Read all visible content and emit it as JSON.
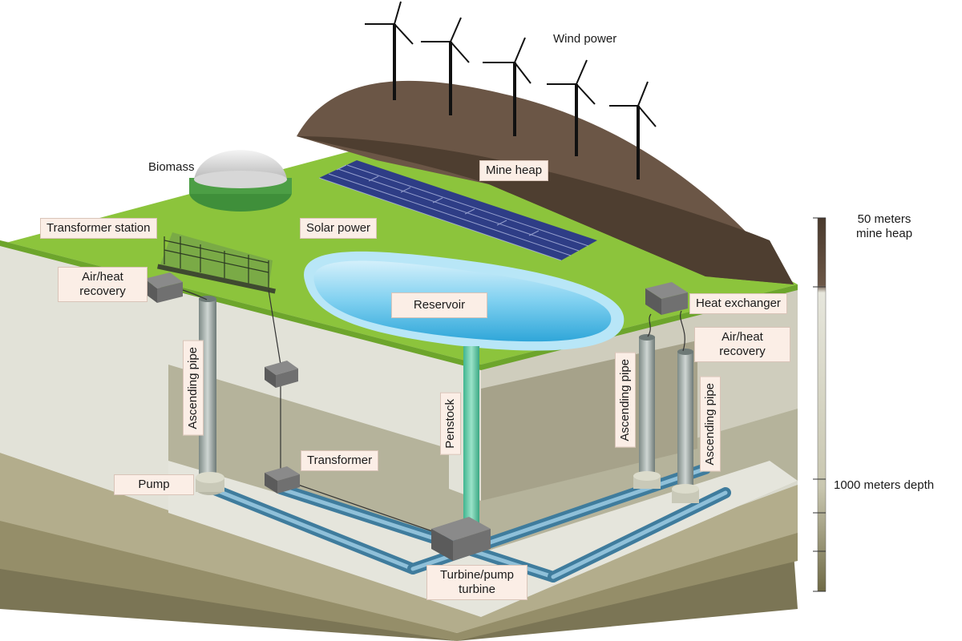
{
  "labels": {
    "wind_power": "Wind power",
    "mine_heap": "Mine heap",
    "biomass": "Biomass",
    "transformer_station": "Transformer station",
    "solar_power": "Solar power",
    "air_heat_recovery_left_1": "Air/heat",
    "air_heat_recovery_left_2": "recovery",
    "reservoir": "Reservoir",
    "heat_exchanger": "Heat exchanger",
    "air_heat_recovery_right_1": "Air/heat",
    "air_heat_recovery_right_2": "recovery",
    "ascending_pipe_left": "Ascending pipe",
    "ascending_pipe_right_1": "Ascending pipe",
    "ascending_pipe_right_2": "Ascending pipe",
    "penstock": "Penstock",
    "transformer": "Transformer",
    "pump": "Pump",
    "turbine_1": "Turbine/pump",
    "turbine_2": "turbine"
  },
  "scale": {
    "top_1": "50 meters",
    "top_2": "mine heap",
    "depth": "1000 meters depth"
  },
  "colors": {
    "grass": "#8cc43c",
    "grass_dark": "#6da52c",
    "heap": "#6b5646",
    "heap_dark": "#4a3a2d",
    "soil_light": "#dcdccf",
    "soil_mid": "#c6c4ae",
    "soil_deep": "#a9a483",
    "soil_bottom": "#8d8661",
    "water": "#5cc3ea",
    "water_light": "#b8e6f7",
    "pipe": "#4f8db0",
    "label_bg": "#fbeee6"
  }
}
